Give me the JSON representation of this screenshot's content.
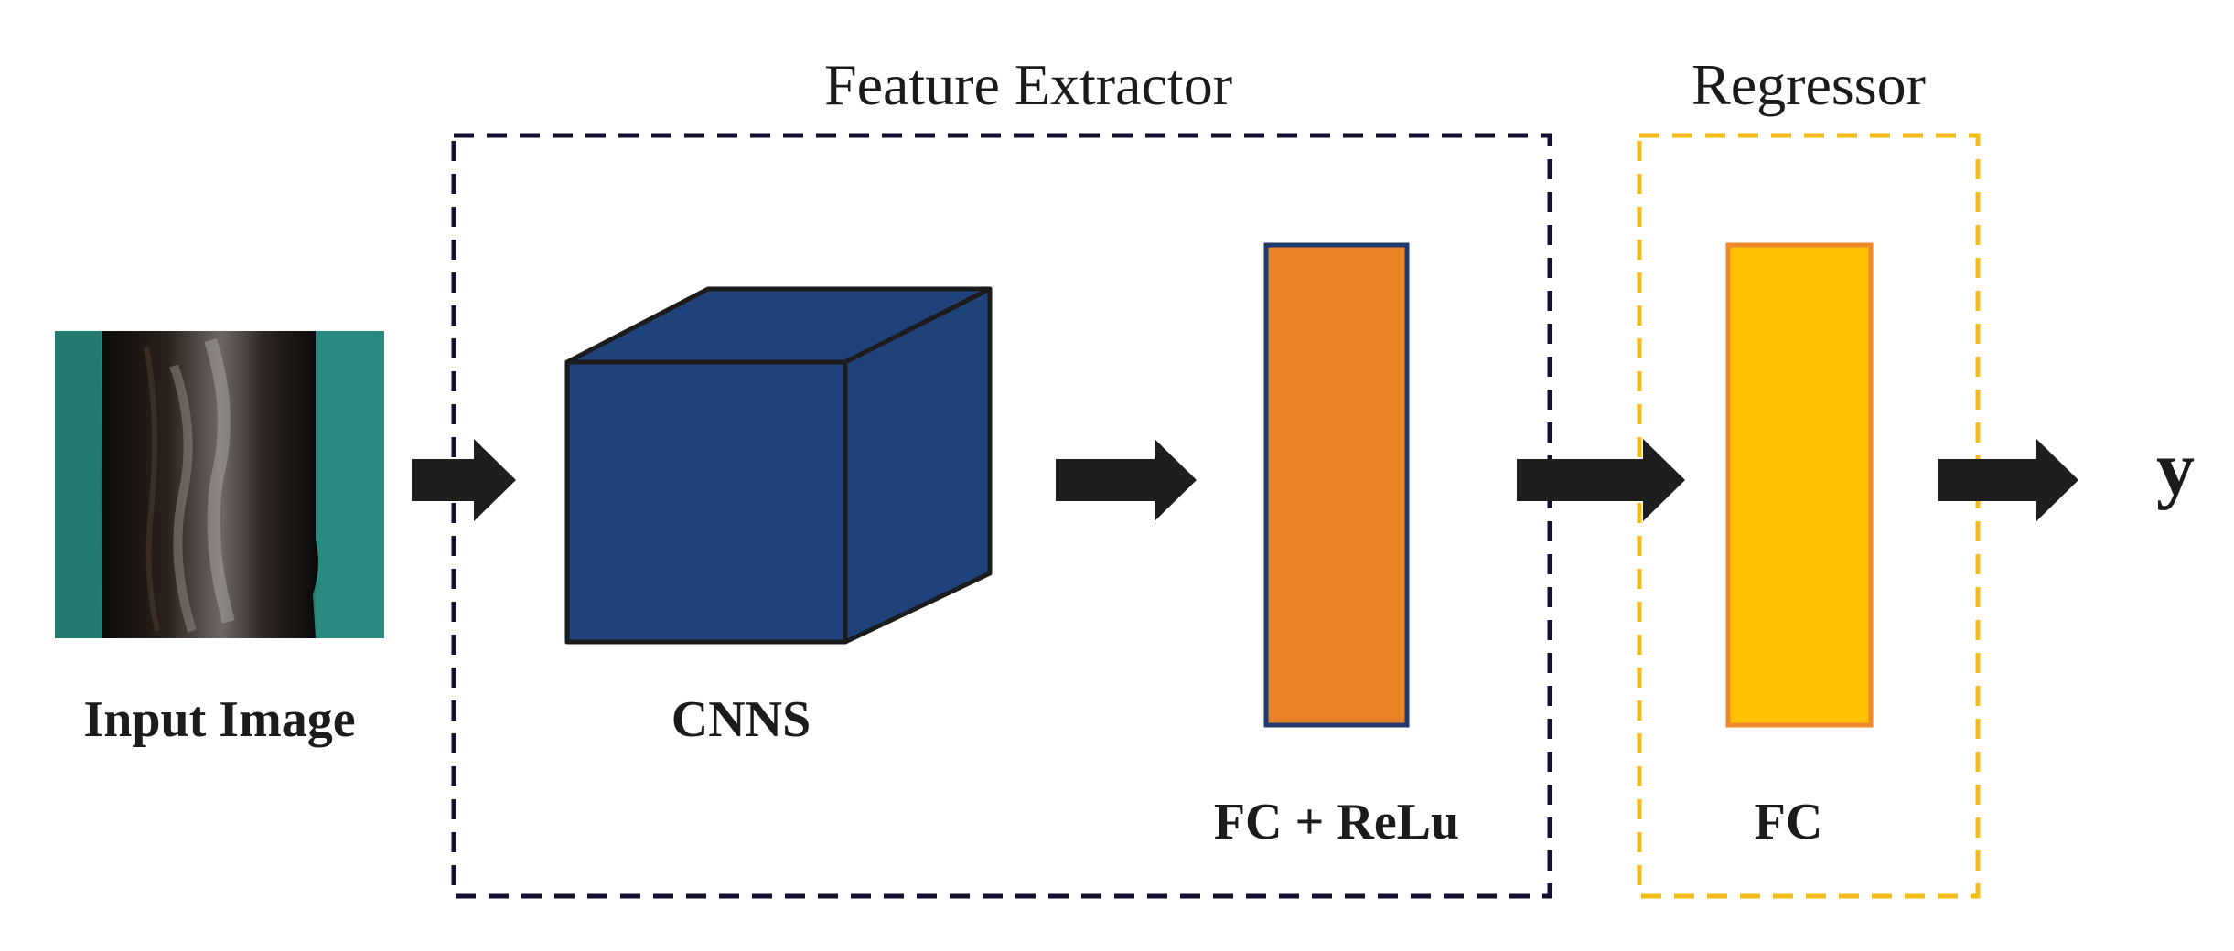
{
  "groups": {
    "feature_extractor": {
      "title": "Feature Extractor",
      "border_color": "#14102e"
    },
    "regressor": {
      "title": "Regressor",
      "border_color": "#f2bc1a"
    }
  },
  "nodes": {
    "input_image": {
      "label": "Input Image"
    },
    "cnns": {
      "label": "CNNS",
      "color": "#1f427a"
    },
    "fc_relu": {
      "label": "FC + ReLu",
      "color": "#ec8226"
    },
    "fc": {
      "label": "FC",
      "color": "#ffc000"
    }
  },
  "output": {
    "label": "y"
  },
  "arrow_color": "#1e1e1e"
}
